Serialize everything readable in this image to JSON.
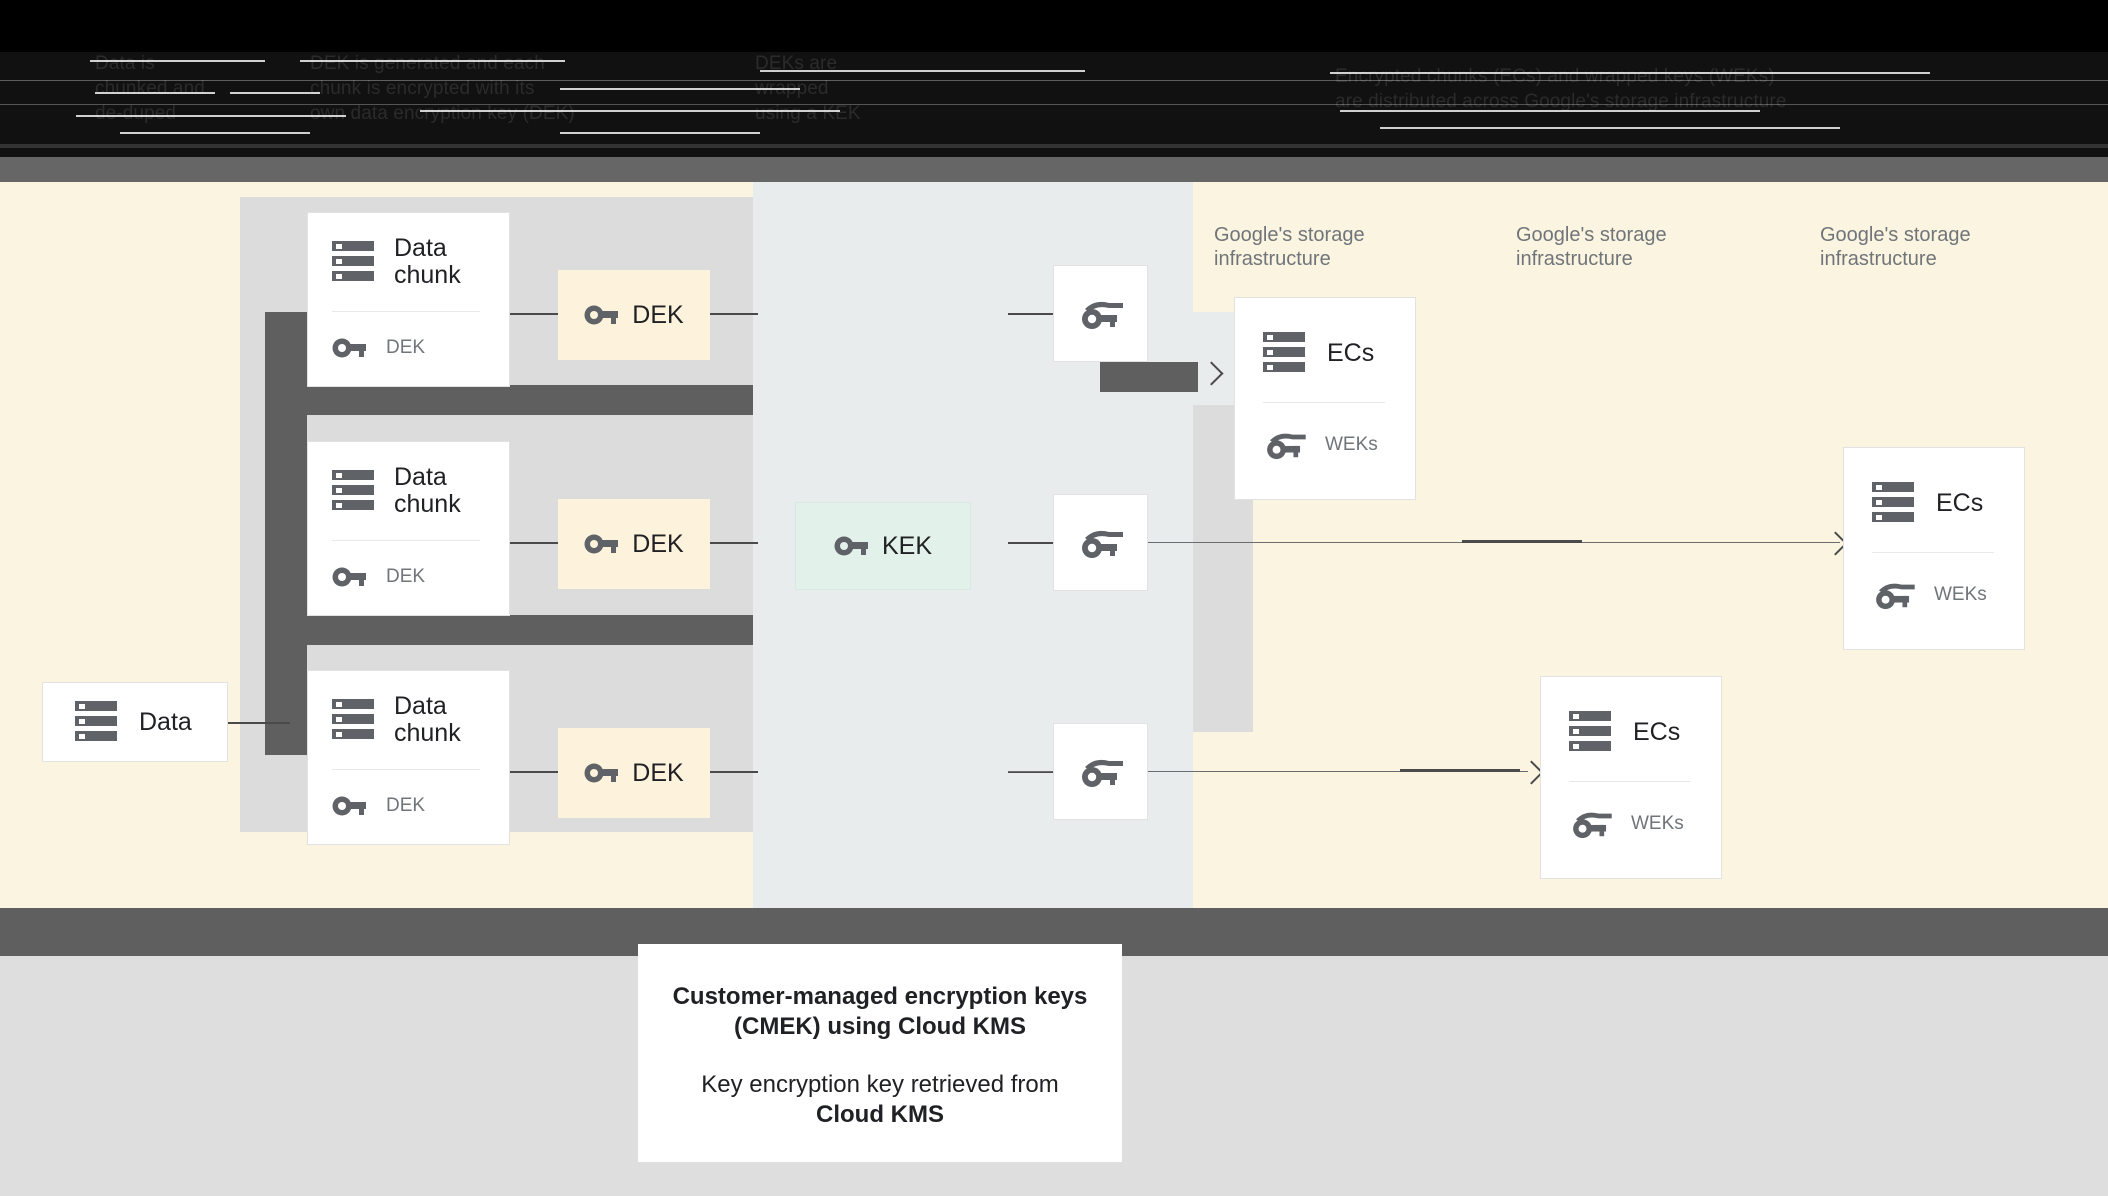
{
  "header": {
    "obscured": true,
    "columns": [
      {
        "text": "Data is\nchunked and\nde-duped"
      },
      {
        "text": "DEK is generated and each\nchunk is encrypted with its\nown data encryption key (DEK)"
      },
      {
        "text": "DEKs are\nwrapped\nusing a KEK"
      },
      {
        "text": "Encrypted chunks (ECs) and wrapped keys (WEKs)\nare distributed across Google's storage infrastructure"
      }
    ]
  },
  "diagram": {
    "source": {
      "label": "Data",
      "icon": "server-icon"
    },
    "chunks": [
      {
        "title": "Data\nchunk",
        "key_label": "DEK",
        "icon": "server-icon",
        "key_icon": "key-icon"
      },
      {
        "title": "Data\nchunk",
        "key_label": "DEK",
        "icon": "server-icon",
        "key_icon": "key-icon"
      },
      {
        "title": "Data\nchunk",
        "key_label": "DEK",
        "icon": "server-icon",
        "key_icon": "key-icon"
      }
    ],
    "deks": [
      {
        "label": "DEK",
        "icon": "key-icon"
      },
      {
        "label": "DEK",
        "icon": "key-icon"
      },
      {
        "label": "DEK",
        "icon": "key-icon"
      }
    ],
    "kek": {
      "label": "KEK",
      "icon": "key-icon",
      "color": "#e2f1e9"
    },
    "wrapped_keys": [
      {
        "icon": "wrapped-key-icon"
      },
      {
        "icon": "wrapped-key-icon"
      },
      {
        "icon": "wrapped-key-icon"
      }
    ],
    "storage_labels": [
      {
        "text": "Google's storage\ninfrastructure"
      },
      {
        "text": "Google's storage\ninfrastructure"
      },
      {
        "text": "Google's storage\ninfrastructure"
      }
    ],
    "encrypted_chunks": [
      {
        "title": "ECs",
        "key_label": "WEKs",
        "icon": "server-icon",
        "key_icon": "wrapped-key-icon"
      },
      {
        "title": "ECs",
        "key_label": "WEKs",
        "icon": "server-icon",
        "key_icon": "wrapped-key-icon"
      },
      {
        "title": "ECs",
        "key_label": "WEKs",
        "icon": "server-icon",
        "key_icon": "wrapped-key-icon"
      }
    ]
  },
  "caption": {
    "line1": "Customer-managed encryption keys",
    "line2": "(CMEK) using Cloud KMS",
    "line3": "Key encryption key retrieved from",
    "line4": "Cloud KMS"
  },
  "colors": {
    "canvas": "#fbf4e0",
    "mid_panel": "#e8ecec",
    "grey_column": "#dcdcdc",
    "bracket": "#5f5f5f",
    "band": "#5f5f5f",
    "bottom": "#dedede",
    "dek_box": "#fdf3dc",
    "kek_box": "#e2f1e9",
    "icon": "#5f6368",
    "text": "#202124",
    "muted": "#70757a"
  }
}
